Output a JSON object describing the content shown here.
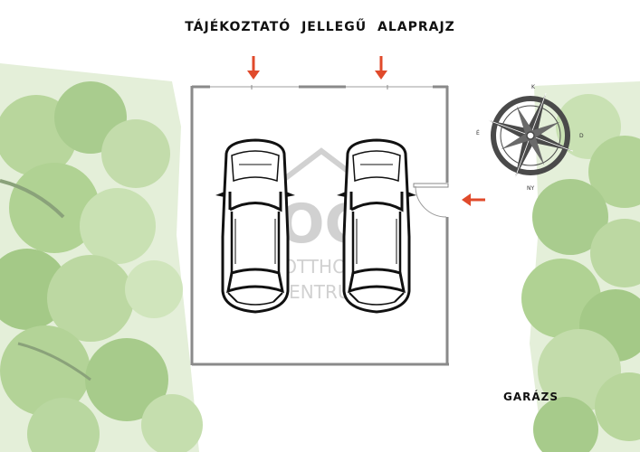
{
  "title": "TÁJÉKOZTATÓ JELLEGŰ ALAPRAJZ",
  "room_label": "GARÁZS",
  "watermark": {
    "logo": "OC",
    "line1": "OTTHON",
    "line2": "CENTRUM"
  },
  "compass": {
    "north": "K",
    "east": "D",
    "south": "NY",
    "west": "É"
  },
  "colors": {
    "wall": "#8a8a8a",
    "arrow": "#e04a2b",
    "tree_light": "#cfe3b8",
    "tree_mid": "#a9cc8e",
    "car": "#111111",
    "compass": "#4a4a4a"
  },
  "icons": [
    "entrance-arrow-icon",
    "compass-rose-icon",
    "car-icon"
  ]
}
